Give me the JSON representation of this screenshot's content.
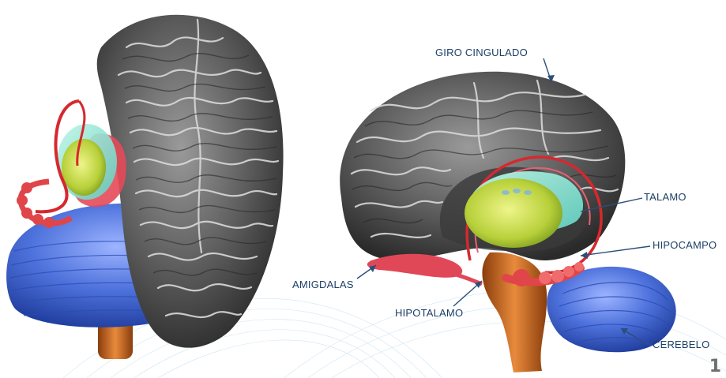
{
  "labels": {
    "giro_cingulado": "GIRO CINGULADO",
    "talamo": "TALAMO",
    "hipocampo": "HIPOCAMPO",
    "amigdalas": "AMIGDALAS",
    "hipotalamo": "HIPOTALAMO",
    "cerebelo": "CEREBELO"
  },
  "page_number": "1",
  "colors": {
    "cortex": "#5a5a5a",
    "cerebellum": "#4a6fd8",
    "brainstem": "#c8641e",
    "thalamus": "#c4d84a",
    "hippocampus": "#e0454a",
    "label_text": "#1c3f66"
  }
}
